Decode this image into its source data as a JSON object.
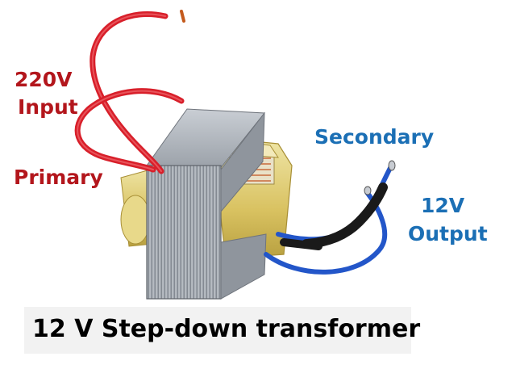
{
  "labels": {
    "input_voltage": "220V",
    "input": "Input",
    "primary": "Primary",
    "secondary": "Secondary",
    "output_voltage": "12V",
    "output": "Output"
  },
  "caption": "12 V Step-down transformer",
  "colors": {
    "primary_label": "#b3161c",
    "secondary_label": "#1b6fb5",
    "red_wire": "#d81f2a",
    "blue_wire": "#2356c9",
    "black_sleeve": "#1a1a1a",
    "core_steel": "#9ea4ad",
    "bobbin": "#d8c060",
    "caption_bg": "#f2f2f2"
  }
}
